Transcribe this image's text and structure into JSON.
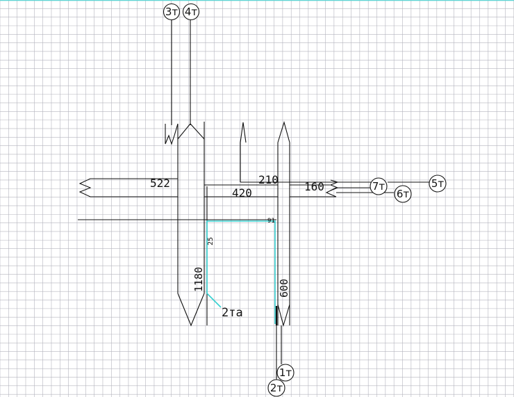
{
  "colors": {
    "background": "#ffffff",
    "grid": "#b4b4be",
    "top_border": "#5fd3d3",
    "line": "#111111",
    "highlight": "#35d0d0"
  },
  "labels": {
    "dim_522": "522",
    "dim_210": "210",
    "dim_160": "160",
    "dim_420": "420",
    "dim_91": "91",
    "dim_25": "25",
    "dim_1180": "1180",
    "dim_600": "600",
    "branch_2ta": "2та"
  },
  "markers": {
    "m3": "3т",
    "m4": "4т",
    "m5": "5т",
    "m7": "7т",
    "m6": "6т",
    "m1": "1т",
    "m2": "2т"
  }
}
